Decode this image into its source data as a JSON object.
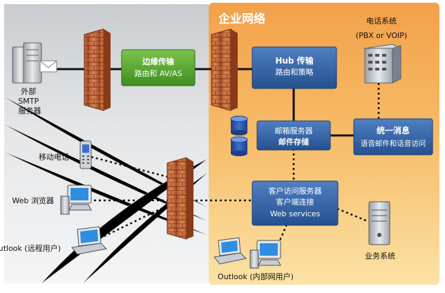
{
  "enterprise_title": "企业网络",
  "external_smtp": [
    "外部",
    "SMTP",
    "服务器"
  ],
  "edge_transport": {
    "title": "边缘传输",
    "subtitle": "路由和 AV/AS"
  },
  "hub_transport": {
    "title": "Hub 传输",
    "subtitle": "路由和策略"
  },
  "phone_system": {
    "title": "电话系统",
    "subtitle": "(PBX or VOIP)"
  },
  "mailbox_server": {
    "title": "邮箱服务器",
    "subtitle": "邮件存储"
  },
  "unified_messaging": {
    "title": "统一消息",
    "subtitle": "语音邮件和话音访问"
  },
  "client_access": {
    "line1": "客户访问服务器",
    "line2": "客户端连接",
    "line3": "Web services"
  },
  "mobile_phone": "移动电话",
  "web_browser": "Web 浏览器",
  "outlook_remote": "Outlook (远程用户)",
  "business_systems": "业务系统",
  "outlook_internal": "Outlook (内部网用户)"
}
